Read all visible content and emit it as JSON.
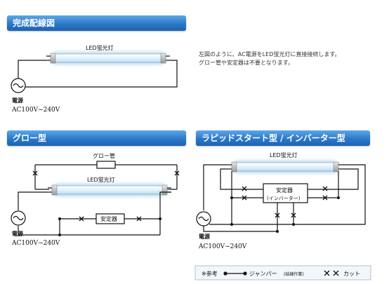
{
  "sections": {
    "complete": {
      "title": "完成配線図",
      "tube_label": "LED蛍光灯",
      "power_label": "電源",
      "voltage": "AC100V~240V",
      "note_line1": "左図のように、AC電源をLED蛍光灯に直接接続します。",
      "note_line2": "グロー管や安定器は不要となります。"
    },
    "glow": {
      "title": "グロー型",
      "glow_label": "グロー管",
      "tube_label": "LED蛍光灯",
      "ballast_label": "安定器",
      "power_label": "電源",
      "voltage": "AC100V~240V"
    },
    "rapid": {
      "title": "ラピッドスタート型 / インバーター型",
      "tube_label": "LED蛍光灯",
      "ballast_label_line1": "安定器",
      "ballast_label_line2": "(インバーター)",
      "power_label": "電源",
      "voltage": "AC100V~240V"
    }
  },
  "legend": {
    "ref": "※参考",
    "jumper": "ジャンパー",
    "jumper_note": "(結線作業)",
    "cut": "カット"
  },
  "colors": {
    "header_top": "#5da7e6",
    "header_bottom": "#1e63b0",
    "line": "#111111",
    "tube_glow": "#b9dcf3"
  }
}
